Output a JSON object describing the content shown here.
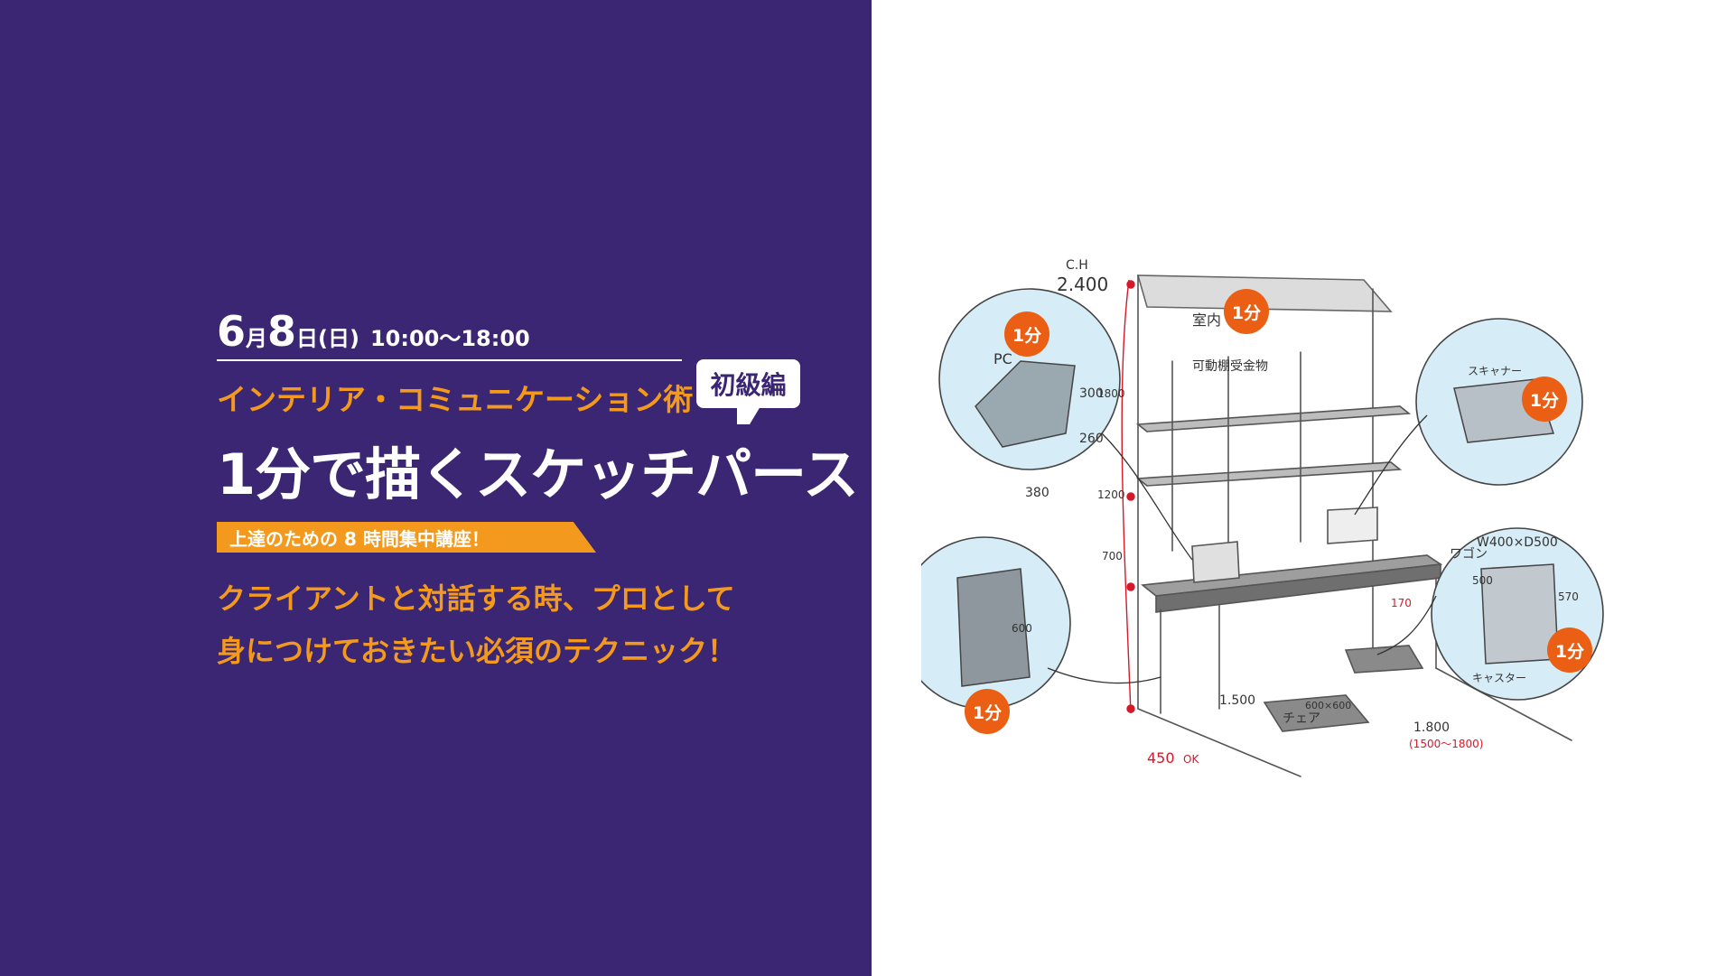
{
  "event": {
    "month": "6",
    "month_unit": "月",
    "day": "8",
    "day_unit": "日",
    "weekday": "(日)",
    "time": "10:00～18:00"
  },
  "series": "インテリア・コミュニケーション術",
  "level_badge": "初級編",
  "title": "1分で描くスケッチパース",
  "tag": "上達のための 8 時間集中講座！",
  "description": {
    "line1": "クライアントと対話する時、プロとして",
    "line2": "身につけておきたい必須のテクニック！"
  },
  "sketch": {
    "badge_label": "1分",
    "labels": {
      "ch": "C.H",
      "height": "2.400",
      "room": "室内",
      "shelf": "可動棚受金物",
      "pc": "PC",
      "scanner": "スキャナー",
      "wagon_size": "W400×D500",
      "wagon": "ワゴン",
      "caster": "キャスター",
      "chair": "チェア",
      "chair_size": "600×600",
      "width": "1.500",
      "depth": "1.800",
      "depth_range": "(1500～1800)",
      "d450": "450",
      "ok": "OK",
      "h700": "700",
      "h1200": "1200",
      "h1800": "1800",
      "v300": "300",
      "v260": "260",
      "v380": "380",
      "v600": "600",
      "v500": "500",
      "v570": "570",
      "v170": "170"
    }
  },
  "colors": {
    "panel_bg": "#3a2672",
    "accent_orange": "#f39a1e",
    "badge_orange": "#eb5f14",
    "sketch_red": "#d6192a",
    "circle_fill": "#d6ecf6"
  }
}
